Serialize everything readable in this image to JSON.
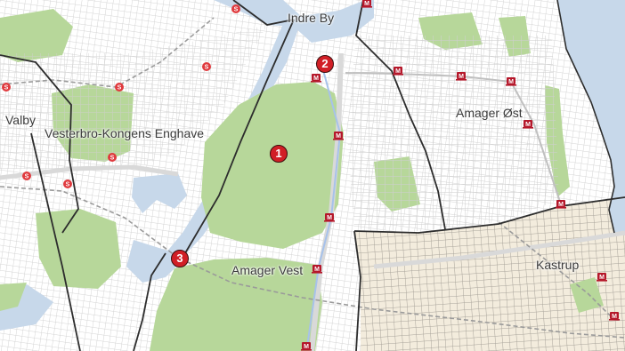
{
  "map": {
    "colors": {
      "land": "#ffffff",
      "green": "#b7d79a",
      "water": "#c7d8ea",
      "kastrup_fill": "#f3ecdd",
      "street": "#c8c8c8",
      "boundary": "#2d2d2d",
      "metro": "#b5172a",
      "s_train": "#e03a3e"
    },
    "districts": [
      {
        "name": "Indre By"
      },
      {
        "name": "Valby"
      },
      {
        "name": "Vesterbro-Kongens Enghave"
      },
      {
        "name": "Amager Øst"
      },
      {
        "name": "Amager Vest"
      },
      {
        "name": "Kastrup"
      }
    ],
    "markers": [
      {
        "label": "1"
      },
      {
        "label": "2"
      },
      {
        "label": "3"
      }
    ],
    "icons": {
      "metro": "metro-station-icon",
      "s_train": "s-train-station-icon",
      "metro_letter": "M",
      "s_letter": "S"
    }
  }
}
